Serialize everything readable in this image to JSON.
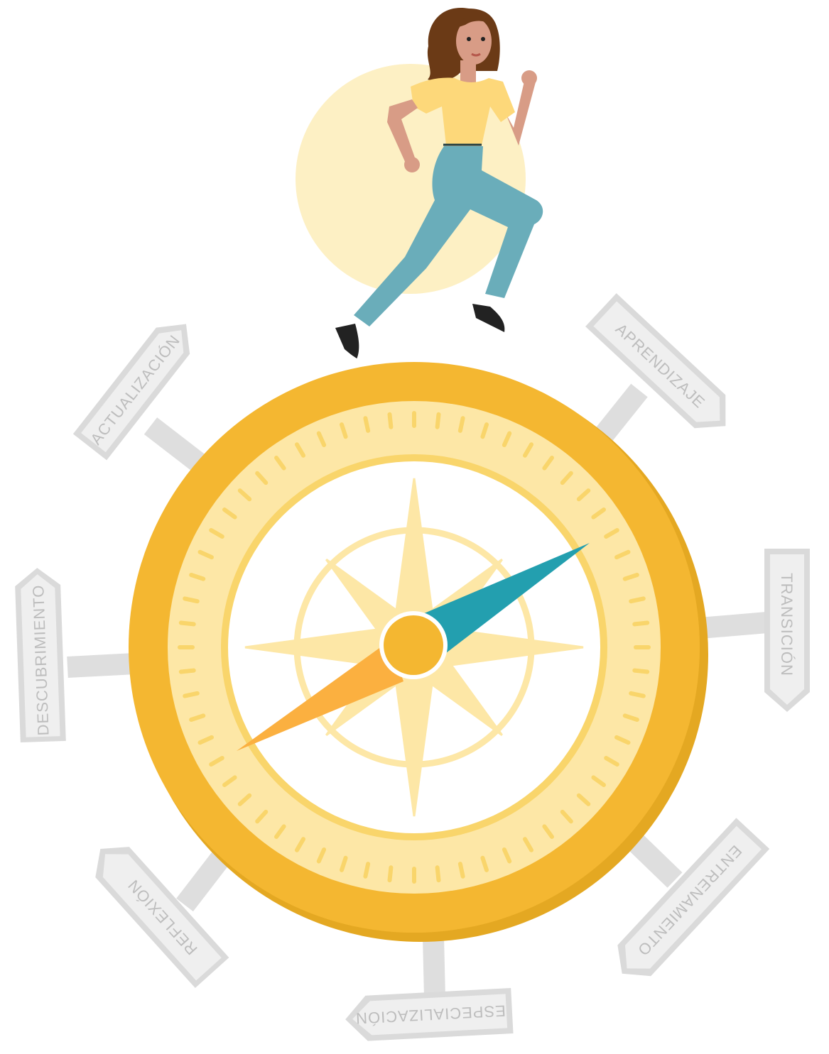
{
  "colors": {
    "compass_outer": "#F4B731",
    "compass_rim_shadow": "#E4A822",
    "compass_dial": "#FDE7A6",
    "compass_tick": "#F9D56B",
    "compass_inner_ring": "#F9D56B",
    "compass_face": "#FFFFFF",
    "rose": "#FDE7A6",
    "needle_north": "#239FAF",
    "needle_south": "#FBB040",
    "hub": "#F4B731",
    "sign_fill": "#EDEDED",
    "sign_border": "#D6D6D6",
    "sign_text": "#BDBDBD",
    "post": "#DEDEDE",
    "sun": "#FDF0C4",
    "shirt": "#FDD87A",
    "pants": "#6AADBA",
    "skin": "#D89C86",
    "hair": "#6B3A16",
    "shoe": "#222222"
  },
  "signs": [
    {
      "key": "actualizacion",
      "label": "ACTUALIZACIÓN"
    },
    {
      "key": "aprendizaje",
      "label": "APRENDIZAJE"
    },
    {
      "key": "transicion",
      "label": "TRANSICIÓN"
    },
    {
      "key": "entrenamiento",
      "label": "ENTRENAMIENTO"
    },
    {
      "key": "especializacion",
      "label": "ESPECIALIZACIÓN"
    },
    {
      "key": "reflexion",
      "label": "REFLEXIÓN"
    },
    {
      "key": "descubrimiento",
      "label": "DESCUBRIMIENTO"
    }
  ],
  "illustration": {
    "figure": "running-woman",
    "object": "compass",
    "icons": [
      "sun-circle-icon",
      "compass-rose-icon",
      "compass-needle-icon"
    ]
  }
}
